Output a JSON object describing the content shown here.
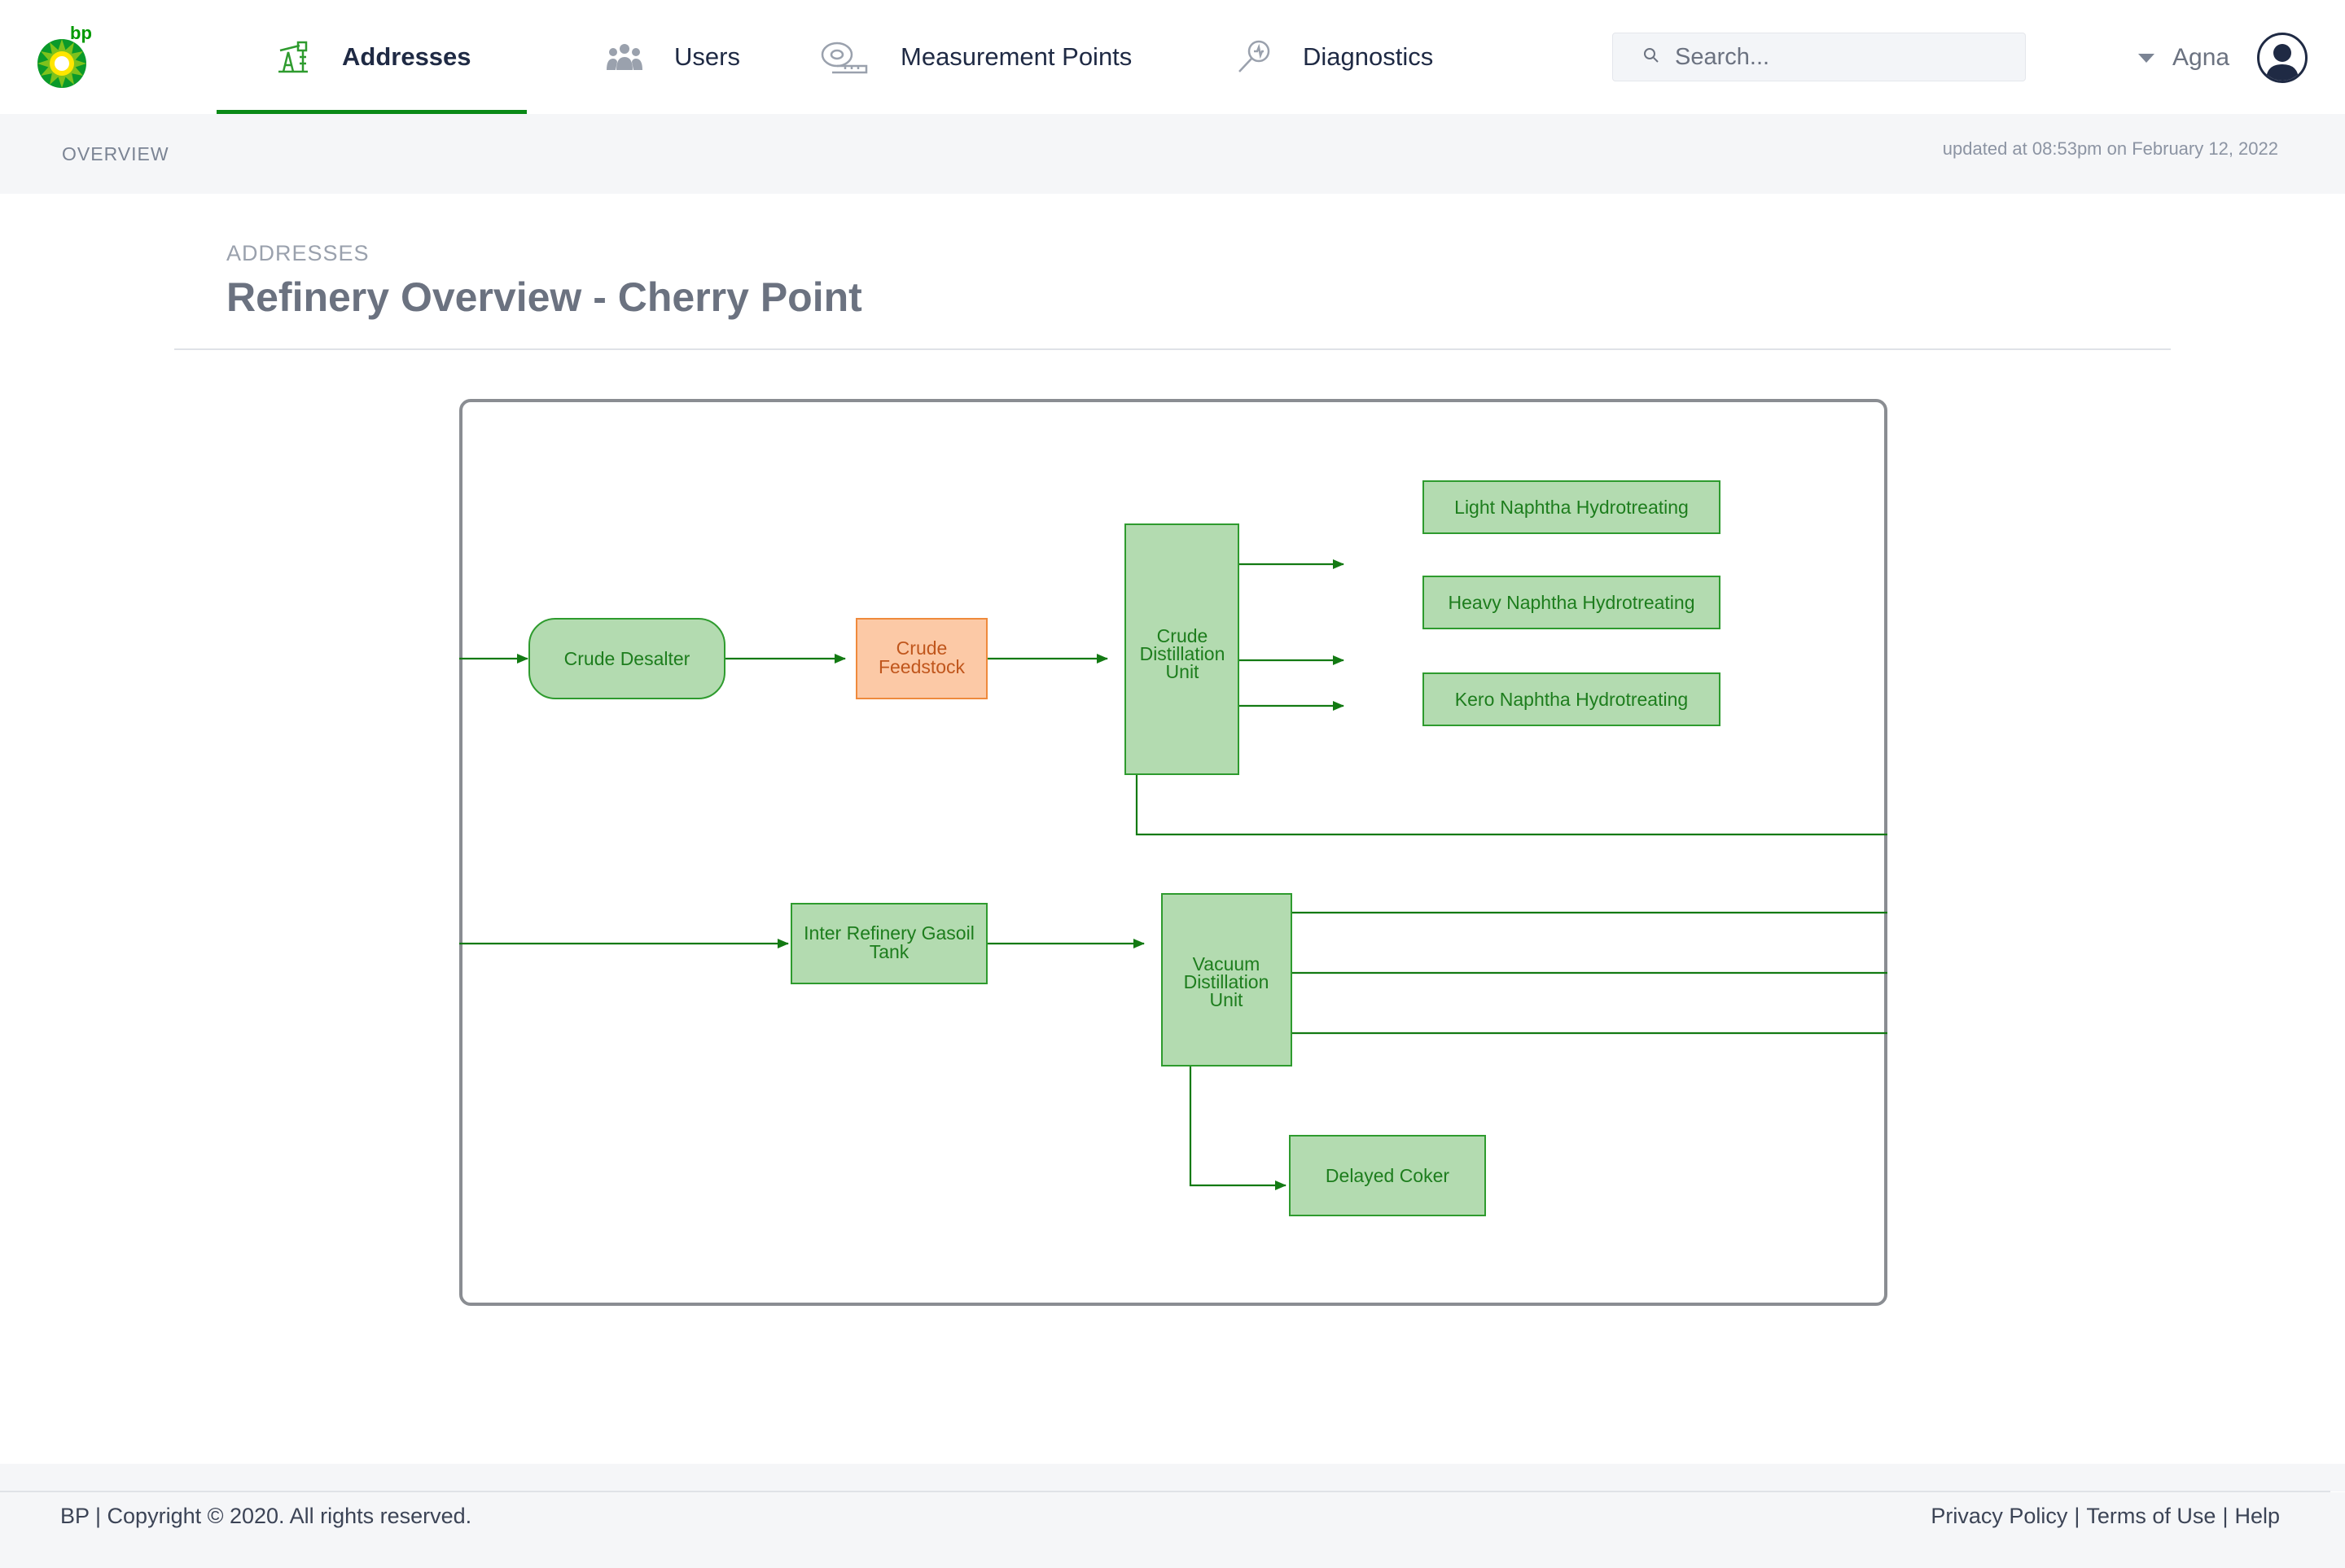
{
  "header": {
    "brand_mark": "bp",
    "nav": [
      {
        "label": "Addresses",
        "icon": "oil-pump-icon",
        "active": true
      },
      {
        "label": "Users",
        "icon": "users-group-icon",
        "active": false
      },
      {
        "label": "Measurement Points",
        "icon": "measuring-tape-icon",
        "active": false
      },
      {
        "label": "Diagnostics",
        "icon": "magnifier-diagnostics-icon",
        "active": false
      }
    ],
    "search": {
      "placeholder": "Search...",
      "value": ""
    },
    "user": {
      "name": "Agna"
    }
  },
  "subbar": {
    "breadcrumb": "OVERVIEW",
    "updated": "updated at 08:53pm on February 12, 2022"
  },
  "main": {
    "section_label": "ADDRESSES",
    "title": "Refinery Overview - Cherry Point"
  },
  "diagram": {
    "nodes": {
      "crude_desalter": "Crude Desalter",
      "crude_feedstock": [
        "Crude",
        "Feedstock"
      ],
      "crude_distillation": [
        "Crude",
        "Distillation",
        "Unit"
      ],
      "light_naphtha": "Light Naphtha Hydrotreating",
      "heavy_naphtha": "Heavy Naphtha Hydrotreating",
      "kero_naphtha": "Kero Naphtha Hydrotreating",
      "gasoil_tank": [
        "Inter Refinery Gasoil",
        "Tank"
      ],
      "vacuum_distillation": [
        "Vacuum",
        "Distillation",
        "Unit"
      ],
      "delayed_coker": "Delayed Coker"
    },
    "colors": {
      "node_fill": "#b3dbb0",
      "node_stroke": "#2e9b2e",
      "feed_fill": "#fcc9a6",
      "feed_stroke": "#ef8a3c",
      "line": "#137a13"
    }
  },
  "footer": {
    "copyright": "BP |  Copyright © 2020. All rights reserved.",
    "links": [
      "Privacy Policy",
      "Terms of Use",
      "Help"
    ]
  }
}
